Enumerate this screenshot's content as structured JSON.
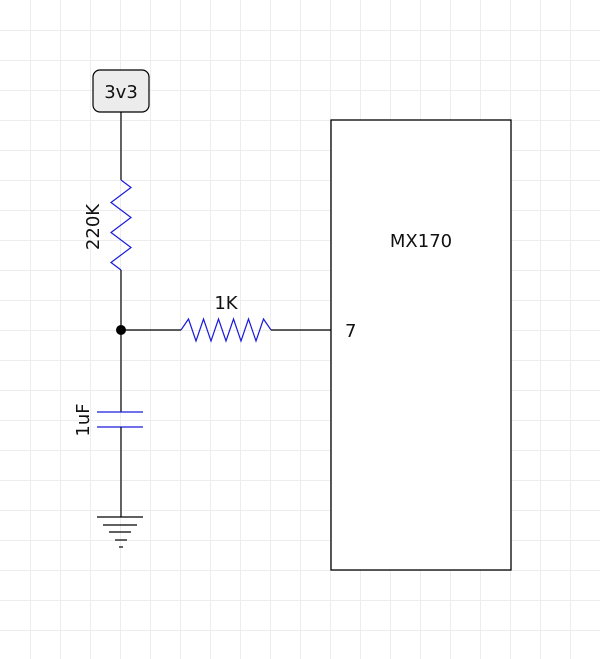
{
  "diagram": {
    "type": "schematic",
    "power": {
      "label": "3v3"
    },
    "components": {
      "r_pullup": {
        "label": "220K",
        "kind": "resistor"
      },
      "r_series": {
        "label": "1K",
        "kind": "resistor"
      },
      "c_filter": {
        "label": "1uF",
        "kind": "capacitor"
      },
      "ic": {
        "label": "MX170",
        "pin_label": "7"
      }
    },
    "ground": {
      "kind": "ground"
    },
    "junction": {
      "kind": "node"
    },
    "colors": {
      "wire": "#000000",
      "component": "#1a1adb",
      "grid": "#ededed",
      "power_fill": "#ececec"
    }
  }
}
